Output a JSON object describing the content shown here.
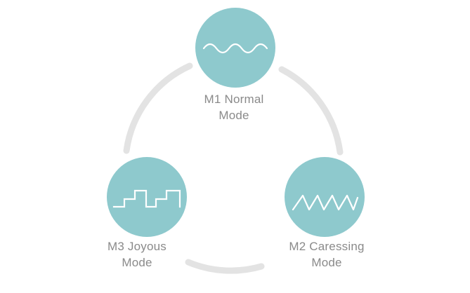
{
  "diagram": {
    "colors": {
      "circle_fill": "#8ec9cd",
      "waveform_stroke": "#ffffff",
      "ring_stroke": "#e3e3e3",
      "label_text": "#8a8a8a"
    },
    "modes": [
      {
        "id": "m1",
        "line1": "M1 Normal",
        "line2": "Mode",
        "icon": "sine-wave-icon"
      },
      {
        "id": "m2",
        "line1": "M2 Caressing",
        "line2": "Mode",
        "icon": "zigzag-wave-icon"
      },
      {
        "id": "m3",
        "line1": "M3 Joyous",
        "line2": "Mode",
        "icon": "step-wave-icon"
      }
    ]
  }
}
